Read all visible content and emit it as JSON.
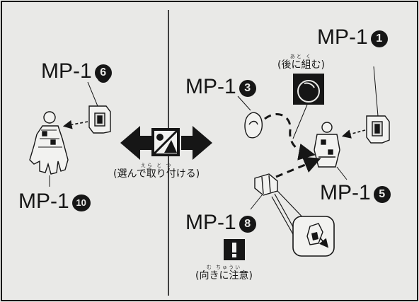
{
  "labels": {
    "mp1_6": {
      "text": "MP-1",
      "num": "6"
    },
    "mp1_10": {
      "text": "MP-1",
      "num": "10"
    },
    "mp1_1": {
      "text": "MP-1",
      "num": "1"
    },
    "mp1_3": {
      "text": "MP-1",
      "num": "3"
    },
    "mp1_5": {
      "text": "MP-1",
      "num": "5"
    },
    "mp1_8": {
      "text": "MP-1",
      "num": "8"
    }
  },
  "notes": {
    "choose": {
      "text": "(選んで取り付ける)",
      "ruby": "えら  と  つ"
    },
    "later": {
      "text": "(後に組む)",
      "ruby": "あと  く"
    },
    "direction": {
      "text": "(向きに注意)",
      "ruby": "む   ちゅうい"
    }
  },
  "icons": {
    "choose": "choose-parts-icon",
    "later": "assemble-later-icon",
    "caution": "caution-icon"
  },
  "colors": {
    "background": "#e9e9e7",
    "ink": "#161616"
  }
}
